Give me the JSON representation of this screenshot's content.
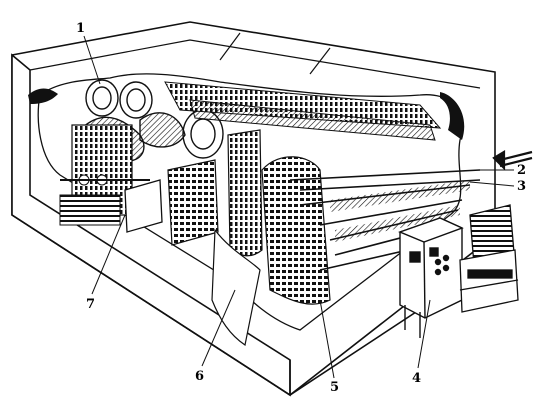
{
  "diagram": {
    "callouts": [
      {
        "id": "1",
        "text": "1"
      },
      {
        "id": "2",
        "text": "2"
      },
      {
        "id": "3",
        "text": "3"
      },
      {
        "id": "4",
        "text": "4"
      },
      {
        "id": "5",
        "text": "5"
      },
      {
        "id": "6",
        "text": "6"
      },
      {
        "id": "7",
        "text": "7"
      }
    ],
    "ink_color": "#111111",
    "paper_color": "#ffffff"
  }
}
